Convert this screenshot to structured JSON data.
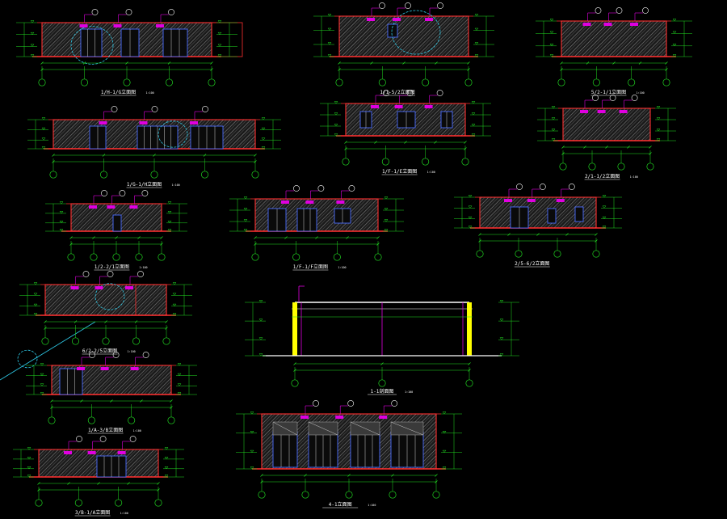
{
  "colors": {
    "background": "#000000",
    "wall_outline": "#ff3030",
    "hatch": "#8a8a8a",
    "dimension": "#22dd22",
    "axis_bubble": "#22dd22",
    "cloud": "#2ec8e6",
    "window": "#4a6bff",
    "tag": "#e000e0",
    "text": "#ffffff",
    "column": "#ffff00"
  },
  "drawings": [
    {
      "title": "1/H-1/G立面图",
      "scale": "1:100"
    },
    {
      "title": "1/1-5/2立面图",
      "scale": ""
    },
    {
      "title": "5/2-1/1立面图",
      "scale": "1:100"
    },
    {
      "title": "1/G-1/H立面图",
      "scale": "1:100"
    },
    {
      "title": "1/F-1/E立面图",
      "scale": "1:100"
    },
    {
      "title": "2/1-1/2立面图",
      "scale": "1:100"
    },
    {
      "title": "1/2-2/1立面图",
      "scale": "1:100"
    },
    {
      "title": "1/F-1/F立面图",
      "scale": "1:100"
    },
    {
      "title": "2/5-6/2立面图",
      "scale": ""
    },
    {
      "title": "6/2-2/5立面图",
      "scale": "1:100"
    },
    {
      "title": "1-1剖面图",
      "scale": "1:100"
    },
    {
      "title": "1/A-3/B立面图",
      "scale": "1:100"
    },
    {
      "title": "3/B-1/A立面图",
      "scale": "1:100"
    },
    {
      "title": "4-1立面图",
      "scale": "1:100"
    }
  ]
}
